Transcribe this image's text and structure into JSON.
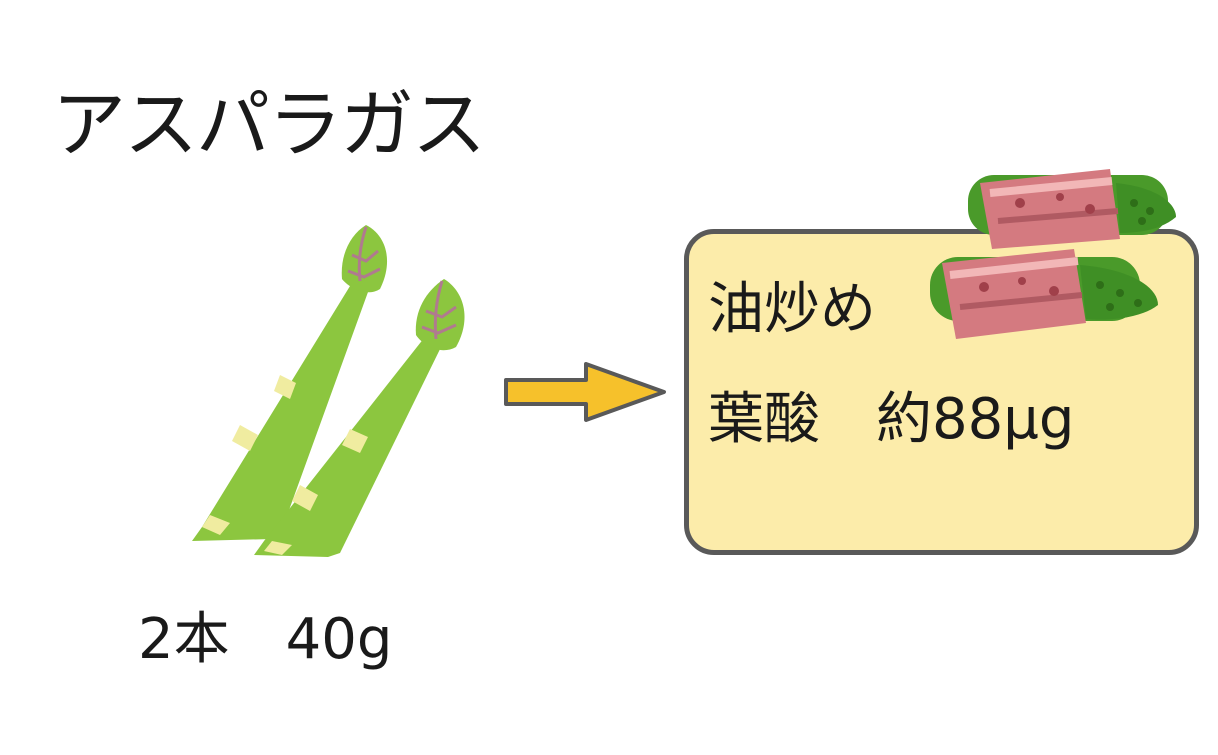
{
  "title": "アスパラガス",
  "quantity": "2本　40g",
  "arrow_color": "#f6c12b",
  "card": {
    "dish": "油炒め",
    "nutrient": "葉酸　約88μg",
    "background": "#fcecaa",
    "border": "#595959"
  },
  "illustrations": {
    "vegetable": "asparagus-icon",
    "dish": "bacon-asparagus-roll-icon"
  }
}
